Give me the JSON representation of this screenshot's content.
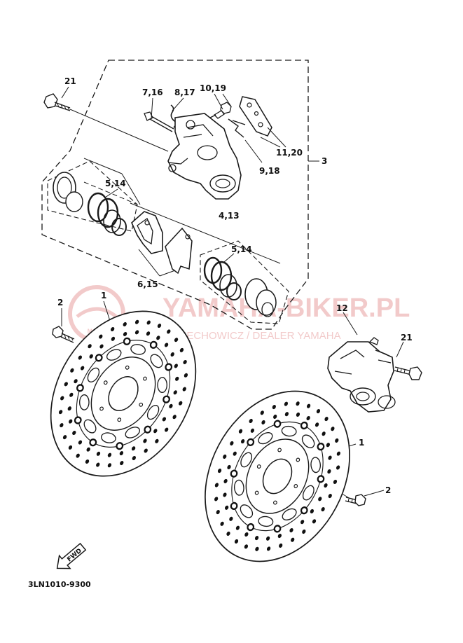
{
  "watermark": {
    "logo_text": "MOTO",
    "line1": "YAMAHA-BIKER.PL",
    "line2": "WOJCIECHOWICZ / DEALER YAMAHA",
    "color": "#e8a0a0"
  },
  "callouts": {
    "c21_top": "21",
    "c7_16": "7,16",
    "c8_17": "8,17",
    "c10_19": "10,19",
    "c11_20": "11,20",
    "c3": "3",
    "c9_18": "9,18",
    "c5_14_left": "5,14",
    "c4_13": "4,13",
    "c5_14_right": "5,14",
    "c6_15": "6,15",
    "c2_left": "2",
    "c1_left": "1",
    "c12": "12",
    "c21_right": "21",
    "c1_right": "1",
    "c2_right": "2"
  },
  "fwd_label": "FWD",
  "diagram_code": "3LN1010-9300",
  "colors": {
    "line": "#1a1a1a",
    "paper": "#ffffff"
  }
}
